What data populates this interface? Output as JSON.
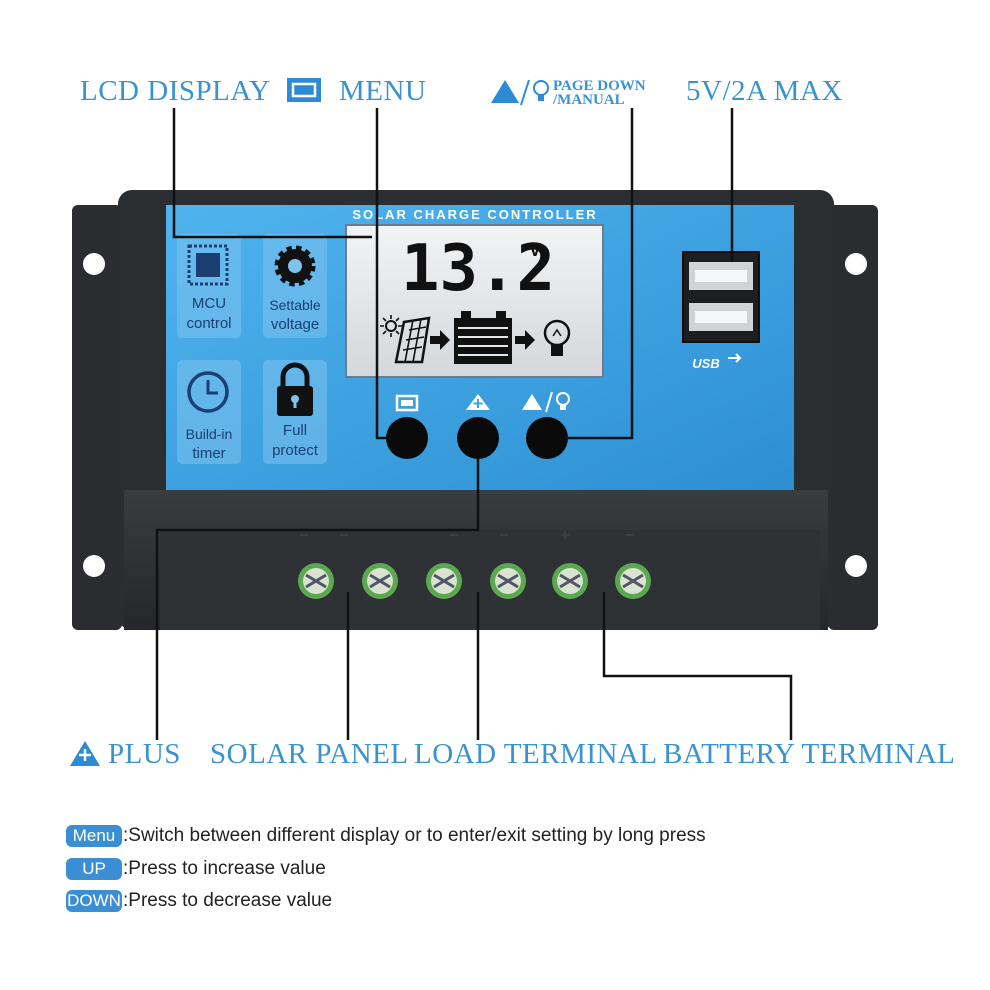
{
  "callouts": {
    "lcd_display": "LCD DISPLAY",
    "menu": "MENU",
    "page_down_line1": "PAGE DOWN",
    "page_down_line2": "/MANUAL",
    "usb_max": "5V/2A MAX",
    "plus": "PLUS",
    "solar_panel": "SOLAR PANEL",
    "load_terminal": "LOAD TERMINAL",
    "battery_terminal": "BATTERY TERMINAL"
  },
  "device": {
    "header": "SOLAR CHARGE CONTROLLER",
    "lcd_voltage": "13.2",
    "lcd_unit": "V",
    "usb_label": "USB",
    "features": [
      {
        "line1": "MCU",
        "line2": "control",
        "icon": "chip-icon"
      },
      {
        "line1": "Settable",
        "line2": "voltage",
        "icon": "gear-icon"
      },
      {
        "line1": "Build-in",
        "line2": "timer",
        "icon": "clock-icon"
      },
      {
        "line1": "Full",
        "line2": "protect",
        "icon": "lock-icon"
      }
    ]
  },
  "legend": [
    {
      "badge": "Menu",
      "text": ":Switch between different display or to enter/exit setting by long press"
    },
    {
      "badge": "UP",
      "text": ":Press to increase value"
    },
    {
      "badge": "DOWN",
      "text": ":Press to decrease value"
    }
  ],
  "colors": {
    "callout_text": "#3a93cf",
    "panel_blue": "#3ba3e0",
    "housing": "#2b2e31",
    "badge": "#3a8fd4",
    "screw_green": "#5aa84f"
  }
}
